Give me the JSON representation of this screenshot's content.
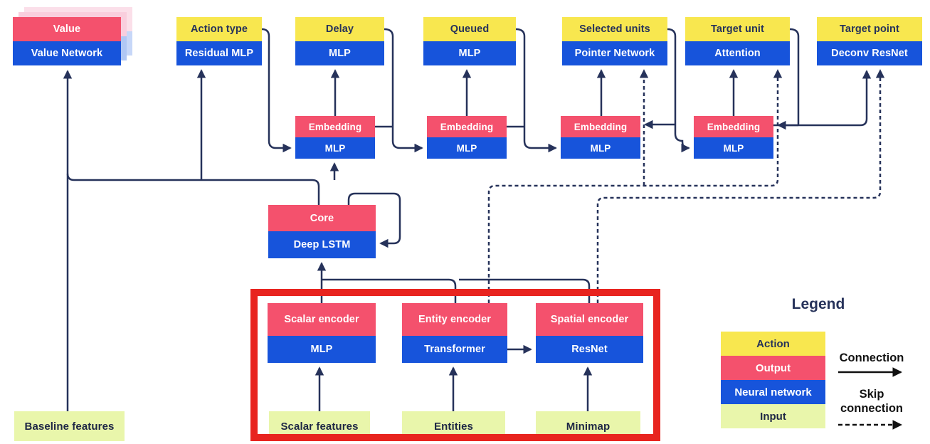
{
  "diagram": {
    "value_head": {
      "top": "Value",
      "bottom": "Value Network"
    },
    "heads": [
      {
        "top": "Action type",
        "bottom": "Residual MLP"
      },
      {
        "top": "Delay",
        "bottom": "MLP"
      },
      {
        "top": "Queued",
        "bottom": "MLP"
      },
      {
        "top": "Selected units",
        "bottom": "Pointer Network"
      },
      {
        "top": "Target unit",
        "bottom": "Attention"
      },
      {
        "top": "Target point",
        "bottom": "Deconv ResNet"
      }
    ],
    "embeddings": [
      {
        "top": "Embedding",
        "bottom": "MLP"
      },
      {
        "top": "Embedding",
        "bottom": "MLP"
      },
      {
        "top": "Embedding",
        "bottom": "MLP"
      },
      {
        "top": "Embedding",
        "bottom": "MLP"
      }
    ],
    "core": {
      "top": "Core",
      "bottom": "Deep LSTM"
    },
    "encoders": [
      {
        "top": "Scalar encoder",
        "bottom": "MLP"
      },
      {
        "top": "Entity encoder",
        "bottom": "Transformer"
      },
      {
        "top": "Spatial encoder",
        "bottom": "ResNet"
      }
    ],
    "inputs": [
      {
        "label": "Baseline features"
      },
      {
        "label": "Scalar features"
      },
      {
        "label": "Entities"
      },
      {
        "label": "Minimap"
      }
    ]
  },
  "legend": {
    "title": "Legend",
    "items": [
      {
        "label": "Action",
        "color": "#f8e74f"
      },
      {
        "label": "Output",
        "color": "#f4516d"
      },
      {
        "label": "Neural network",
        "color": "#1754db"
      },
      {
        "label": "Input",
        "color": "#e9f6ab"
      }
    ],
    "connection_label": "Connection",
    "skip_connection_label": "Skip connection"
  },
  "colors": {
    "action_yellow": "#f8e74f",
    "output_pink": "#f4516d",
    "network_blue": "#1754db",
    "input_green": "#e9f6ab",
    "line_navy": "#26325a",
    "highlight_red": "#e8241f"
  }
}
